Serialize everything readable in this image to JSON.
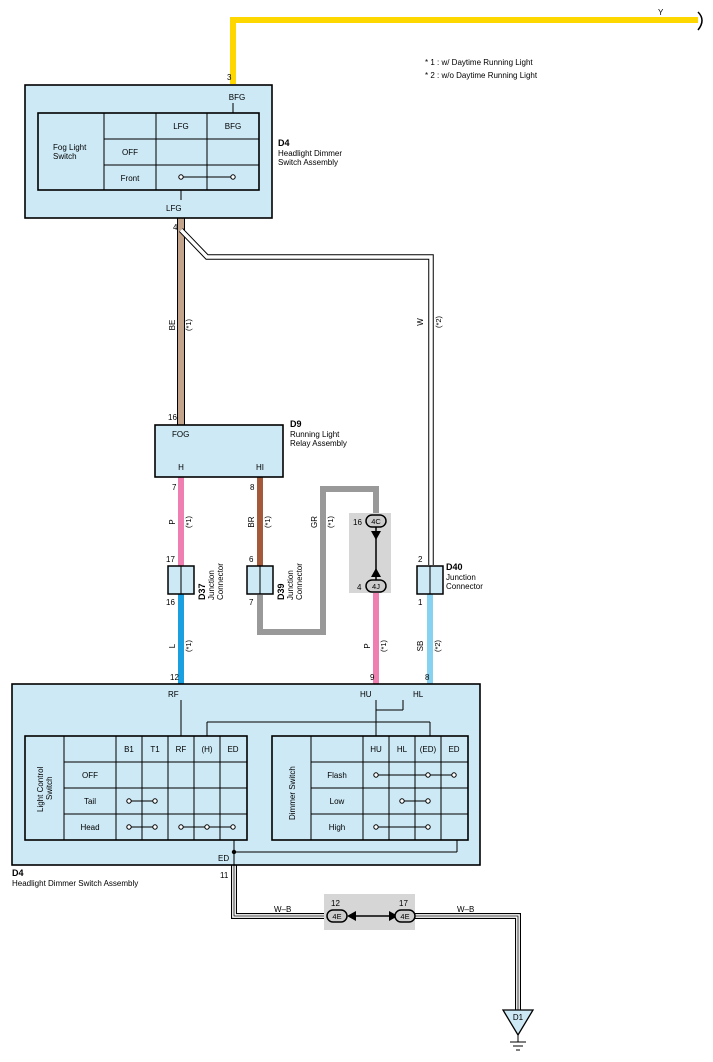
{
  "notes": [
    "* 1 : w/ Daytime Running Light",
    "* 2 : w/o Daytime Running Light"
  ],
  "wire_colors": {
    "Y": "#ffd700",
    "BE": "#c2a48c",
    "W": "#ffffff",
    "P": "#ef7fb0",
    "BR": "#a45a3a",
    "GR": "#999999",
    "L": "#1a9fe0",
    "SB": "#86d2f0",
    "W-B": "#ffffff"
  },
  "wires": {
    "y": "Y",
    "be": "BE",
    "be_note": "(*1)",
    "w": "W",
    "w_note": "(*2)",
    "p_top": "P",
    "p_top_note": "(*1)",
    "br": "BR",
    "br_note": "(*1)",
    "gr": "GR",
    "gr_note": "(*1)",
    "l": "L",
    "l_note": "(*1)",
    "p_bot": "P",
    "p_bot_note": "(*1)",
    "sb": "SB",
    "sb_note": "(*2)",
    "wb_left": "W–B",
    "wb_right": "W–B"
  },
  "top_switch": {
    "pin_top_num": "3",
    "pin_top": "BFG",
    "pin_bot": "LFG",
    "pin_bot_num": "4",
    "id": "D4",
    "name_line1": "Headlight Dimmer",
    "name_line2": "Switch Assembly",
    "table": {
      "title_line1": "Fog Light",
      "title_line2": "Switch",
      "headers": [
        "LFG",
        "BFG"
      ],
      "rows": [
        "OFF",
        "Front"
      ]
    }
  },
  "relay": {
    "pin_top_num": "16",
    "pin_top": "FOG",
    "pin_h": "H",
    "pin_hi": "HI",
    "pin_h_num": "7",
    "pin_hi_num": "8",
    "id": "D9",
    "name_line1": "Running Light",
    "name_line2": "Relay Assembly"
  },
  "junctions": {
    "d37": {
      "id": "D37",
      "name_line1": "Junction",
      "name_line2": "Connector",
      "pin_top": "17",
      "pin_bot": "16"
    },
    "d39": {
      "id": "D39",
      "name_line1": "Junction",
      "name_line2": "Connector",
      "pin_top": "6",
      "pin_bot": "7"
    },
    "d40": {
      "id": "D40",
      "name_line1": "Junction",
      "name_line2": "Connector",
      "pin_top": "2",
      "pin_bot": "1"
    }
  },
  "connectors": {
    "c4c": {
      "label": "4C",
      "pin": "16"
    },
    "c4j": {
      "label": "4J",
      "pin": "4"
    },
    "c4e_left": {
      "label": "4E",
      "pin": "12"
    },
    "c4e_right": {
      "label": "4E",
      "pin": "17"
    }
  },
  "bottom_switch": {
    "id": "D4",
    "name": "Headlight Dimmer Switch Assembly",
    "pin_rf": "RF",
    "pin_rf_num": "12",
    "pin_hu": "HU",
    "pin_hu_num": "9",
    "pin_hl": "HL",
    "pin_hl_num": "8",
    "pin_ed": "ED",
    "pin_ed_num": "11",
    "light_table": {
      "title_line1": "Light Control",
      "title_line2": "Switch",
      "headers": [
        "B1",
        "T1",
        "RF",
        "(H)",
        "ED"
      ],
      "rows": [
        "OFF",
        "Tail",
        "Head"
      ]
    },
    "dimmer_table": {
      "title": "Dimmer Switch",
      "headers": [
        "HU",
        "HL",
        "(ED)",
        "ED"
      ],
      "rows": [
        "Flash",
        "Low",
        "High"
      ]
    }
  },
  "ground": {
    "label": "D1"
  }
}
